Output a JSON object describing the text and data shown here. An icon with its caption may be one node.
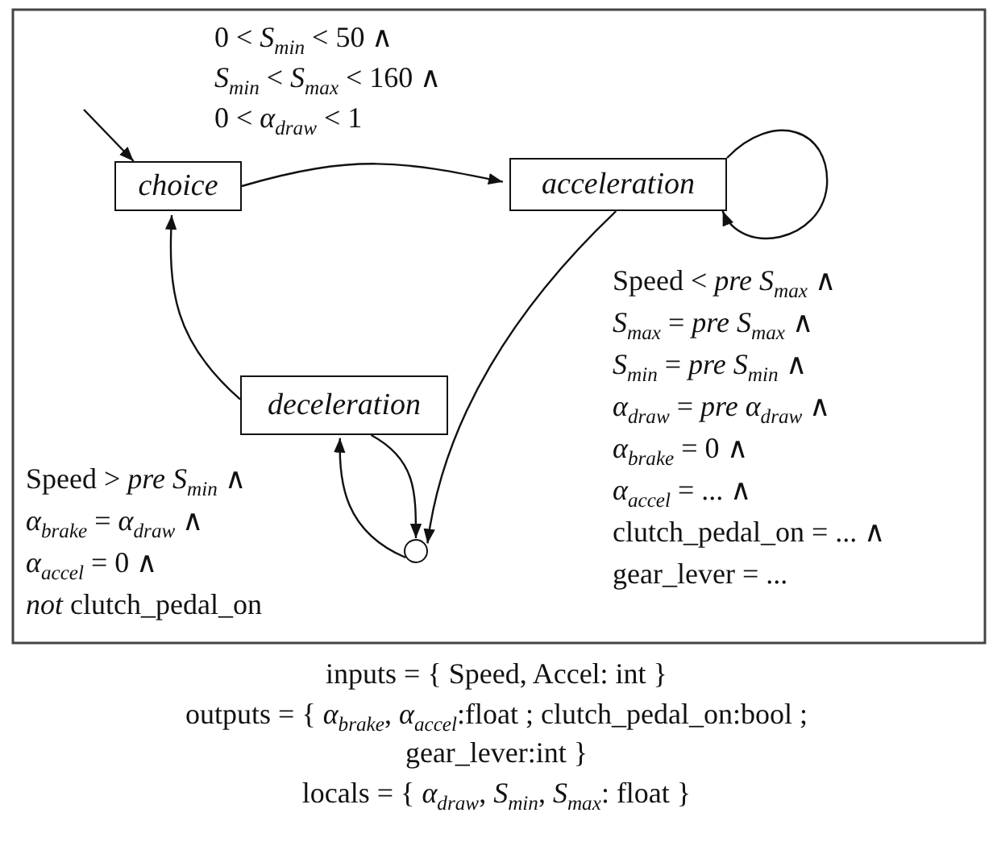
{
  "diagram": {
    "nodes": [
      {
        "text": [
          "choice"
        ]
      },
      {
        "text": [
          "acceleration"
        ]
      },
      {
        "text": [
          "deceleration"
        ]
      },
      {
        "text": [],
        "shape": "circle"
      }
    ],
    "edges": [
      {
        "from": null,
        "to": 0,
        "arrow": "to"
      },
      {
        "from": 0,
        "to": 1,
        "arrow": "to"
      },
      {
        "from": 1,
        "to": 1,
        "arrow": "to"
      },
      {
        "from": 1,
        "to": 3,
        "arrow": "to"
      },
      {
        "from": 2,
        "to": 3,
        "arrow": "to"
      },
      {
        "from": 3,
        "to": 2,
        "arrow": "to"
      },
      {
        "from": 2,
        "to": 0,
        "arrow": "to"
      }
    ],
    "labels": [
      "0 < *S*$_{min}$ < 50 ∧",
      "*S*$_{min}$ < *S*$_{max}$ < 160 ∧",
      "0 < *α*$_{draw}$ < 1",
      "Speed < *pre* *S*$_{max}$ ∧",
      "*S*$_{max}$ = *pre* *S*$_{max}$ ∧",
      "*S*$_{min}$ = *pre* *S*$_{min}$ ∧",
      "*α*$_{draw}$ = *pre* *α*$_{draw}$ ∧",
      "*α*$_{brake}$ = 0 ∧",
      "*α*$_{accel}$ = ... ∧",
      "clutch_pedal_on = ... ∧",
      "gear_lever = ...",
      "Speed > *pre* *S*$_{min}$ ∧",
      "*α*$_{brake}$ = *α*$_{draw}$ ∧",
      "*α*$_{accel}$ = 0  ∧",
      "*not* clutch_pedal_on",
      "inputs = { Speed, Accel: int }",
      "outputs = { *α*$_{brake}$, *α*$_{accel}$:float ; clutch_pedal_on:bool ;",
      "gear_lever:int }",
      "locals = { *α*$_{draw}$, *S*$_{min}$, *S*$_{max}$: float }"
    ]
  }
}
